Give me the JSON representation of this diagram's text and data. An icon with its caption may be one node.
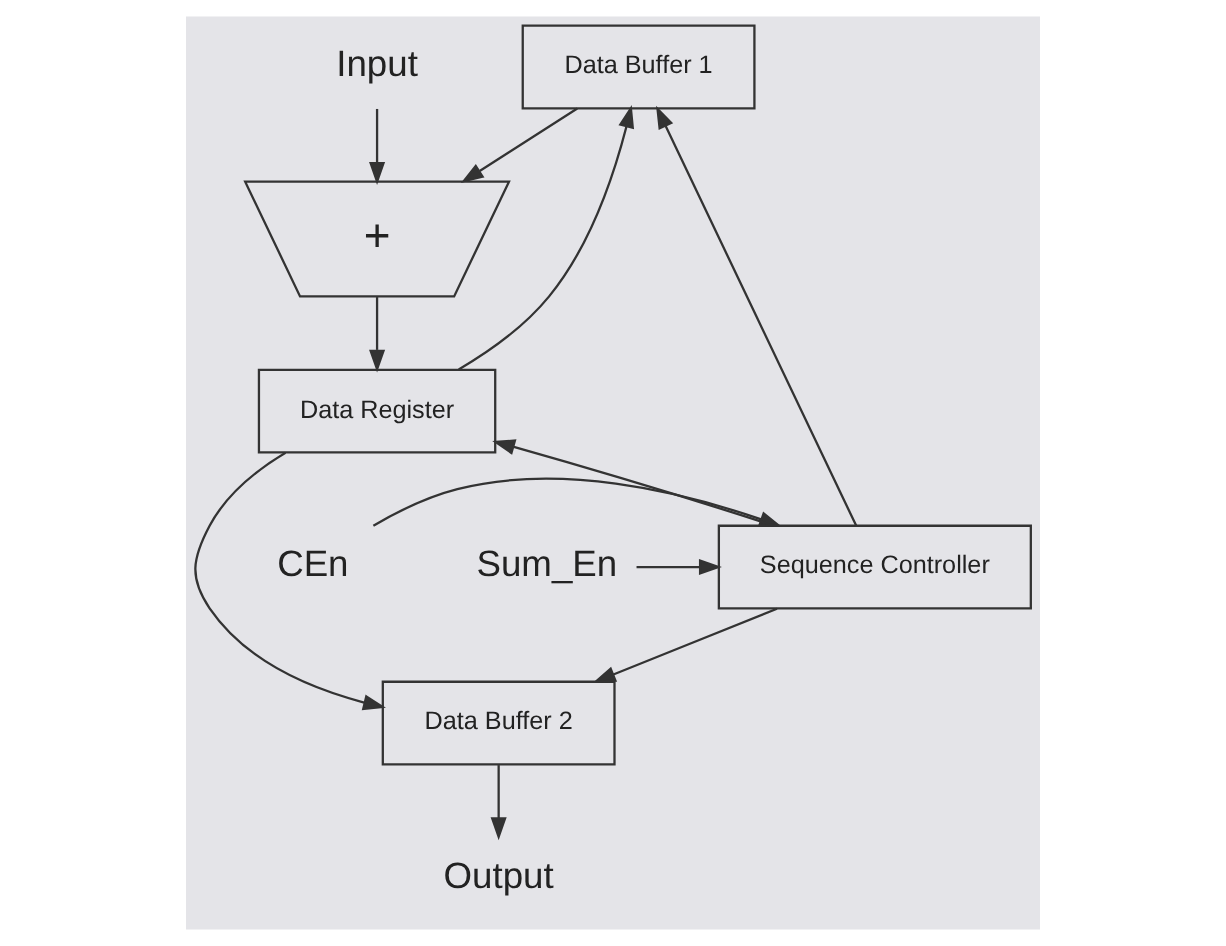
{
  "diagram": {
    "nodes": [
      {
        "text": [
          "Input"
        ]
      },
      {
        "text": [
          "Data Buffer 1"
        ]
      },
      {
        "text": [
          "+"
        ]
      },
      {
        "text": [
          "Data Register"
        ]
      },
      {
        "text": [
          "CEn"
        ]
      },
      {
        "text": [
          "Sum_En"
        ]
      },
      {
        "text": [
          "Sequence Controller"
        ]
      },
      {
        "text": [
          "Data Buffer 2"
        ]
      },
      {
        "text": [
          "Output"
        ]
      }
    ],
    "edges": [
      {
        "from": 0,
        "to": 2,
        "arrow": "to"
      },
      {
        "from": 1,
        "to": 2,
        "arrow": "to"
      },
      {
        "from": 2,
        "to": 3,
        "arrow": "to"
      },
      {
        "from": 6,
        "to": 1,
        "arrow": "to"
      },
      {
        "from": 6,
        "to": 3,
        "arrow": "to"
      },
      {
        "from": 3,
        "to": 1,
        "arrow": "to"
      },
      {
        "from": 3,
        "to": 7,
        "arrow": "to"
      },
      {
        "from": 4,
        "to": 6,
        "arrow": "to"
      },
      {
        "from": 5,
        "to": 6,
        "arrow": "to"
      },
      {
        "from": 6,
        "to": 7,
        "arrow": "to"
      },
      {
        "from": 7,
        "to": 8,
        "arrow": "to"
      }
    ]
  }
}
